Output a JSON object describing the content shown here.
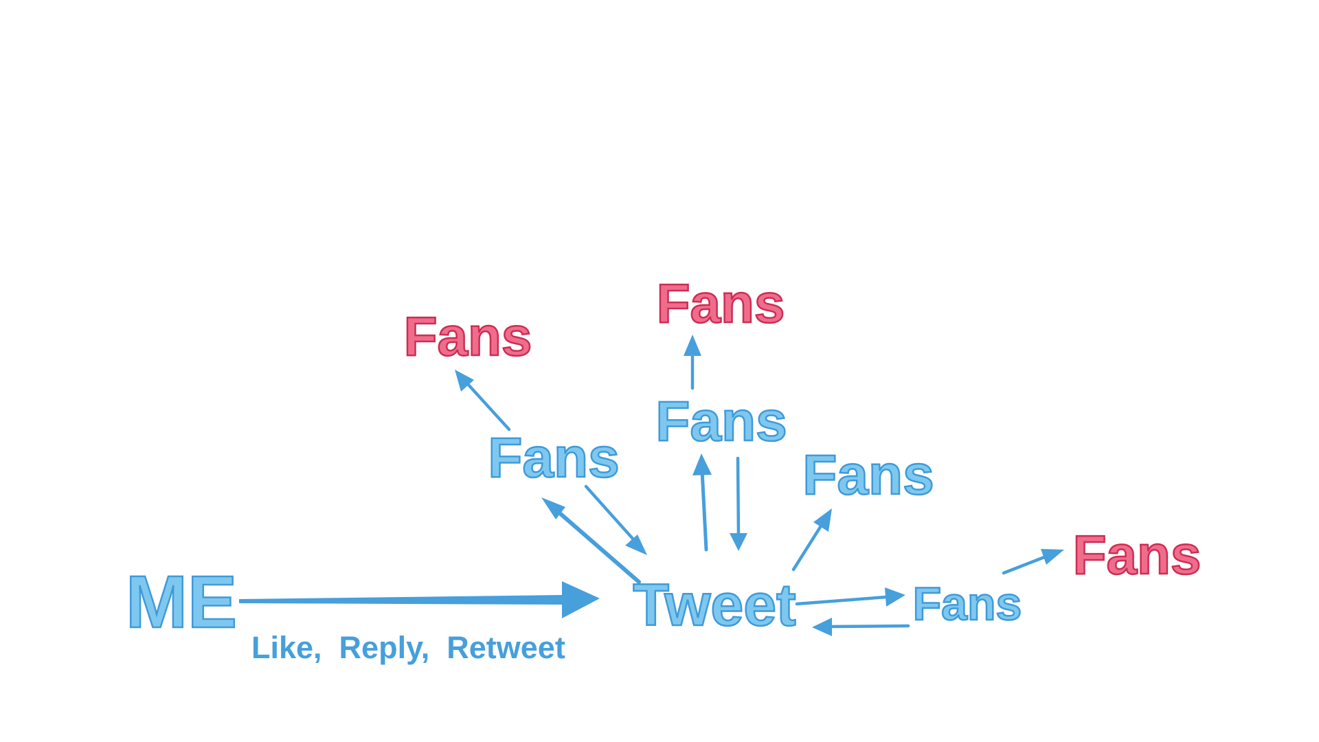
{
  "diagram": {
    "me_label": "ME",
    "tweet_label": "Tweet",
    "fans_label": "Fans",
    "action_caption": "Like,  Reply,  Retweet",
    "colors": {
      "primary_fill": "#7ec8f0",
      "primary_stroke": "#3f9ad8",
      "arrow": "#479fdc",
      "secondary_fill": "#f06c8c",
      "secondary_stroke": "#cc2d52"
    },
    "first_level_fans_count": 4,
    "second_level_fans_count": 3
  }
}
